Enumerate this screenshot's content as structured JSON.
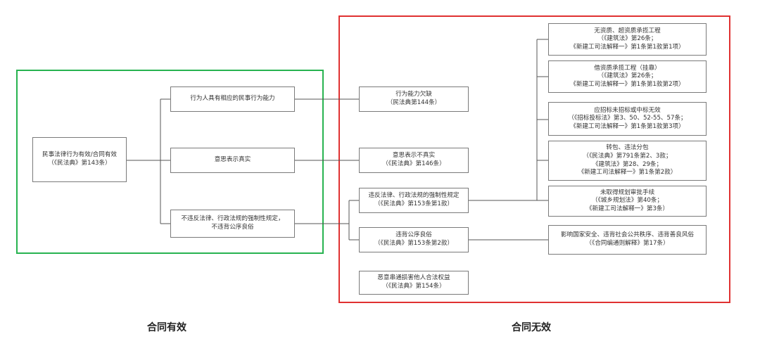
{
  "valid_section": {
    "caption": "合同有效",
    "root": {
      "lines": [
        "民事法律行为有效/合同有效",
        "（《民法典》第143条）"
      ]
    },
    "conditions": [
      {
        "lines": [
          "行为人具有相应的民事行为能力"
        ]
      },
      {
        "lines": [
          "意思表示真实"
        ]
      },
      {
        "lines": [
          "不违反法律、行政法规的强制性规定，",
          "不违背公序良俗"
        ]
      }
    ]
  },
  "invalid_section": {
    "caption": "合同无效",
    "grounds": [
      {
        "lines": [
          "行为能力欠缺",
          "（民法典第144条）"
        ]
      },
      {
        "lines": [
          "意思表示不真实",
          "（《民法典》第146条）"
        ]
      },
      {
        "lines": [
          "违反法律、行政法规的强制性规定",
          "（《民法典》第153条第1款）"
        ]
      },
      {
        "lines": [
          "违背公序良俗",
          "（《民法典》第153条第2款）"
        ]
      },
      {
        "lines": [
          "恶意串通损害他人合法权益",
          "（《民法典》第154条）"
        ]
      }
    ],
    "mandatory_details": [
      {
        "lines": [
          "无资质、超资质承揽工程",
          "（《建筑法》第26条；",
          "《新建工司法解释一》第1条第1款第1项）"
        ]
      },
      {
        "lines": [
          "借资质承揽工程（挂靠）",
          "（《建筑法》第26条；",
          "《新建工司法解释一》第1条第1款第2项）"
        ]
      },
      {
        "lines": [
          "应招标未招标或中标无效",
          "（《招标投标法》第3、50、52-55、57条；",
          "《新建工司法解释一》第1条第1款第3项）"
        ]
      },
      {
        "lines": [
          "转包、违法分包",
          "（《民法典》第791条第2、3款；",
          "《建筑法》第28、29条；",
          "《新建工司法解释一》第1条第2款）"
        ]
      },
      {
        "lines": [
          "未取得规划审批手续",
          "（《城乡规划法》第40条；",
          "《新建工司法解释一》第3条）"
        ]
      }
    ],
    "public_order_detail": {
      "lines": [
        "影响国家安全、违背社会公共秩序、违背善良风俗",
        "（《合同编通则解释》第17条）"
      ]
    }
  },
  "colors": {
    "valid_frame": "#27b350",
    "invalid_frame": "#e03131",
    "node_border": "#7a7a7a",
    "connector": "#555555"
  }
}
